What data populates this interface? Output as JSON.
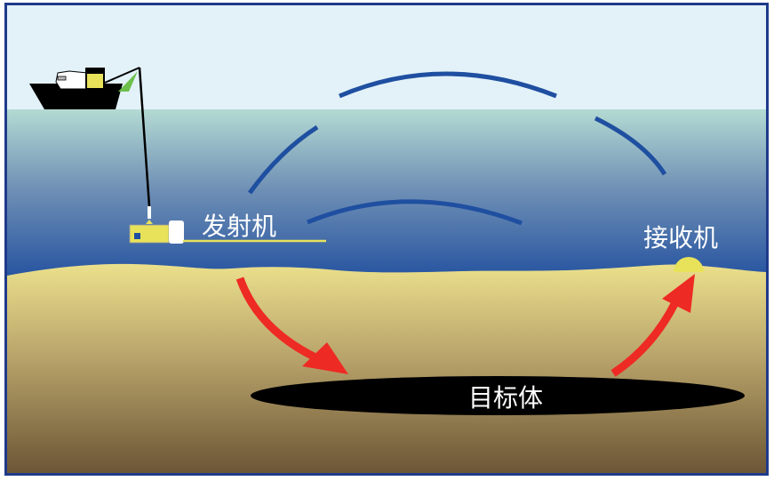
{
  "labels": {
    "transmitter": "发射机",
    "receiver": "接收机",
    "target": "目标体"
  },
  "colors": {
    "border": "#1f3a8a",
    "sky": "#e3f2f9",
    "wave": "#1f4fa0",
    "arrow": "#ee2a24",
    "device": "#e8e25a",
    "target": "#000000"
  }
}
